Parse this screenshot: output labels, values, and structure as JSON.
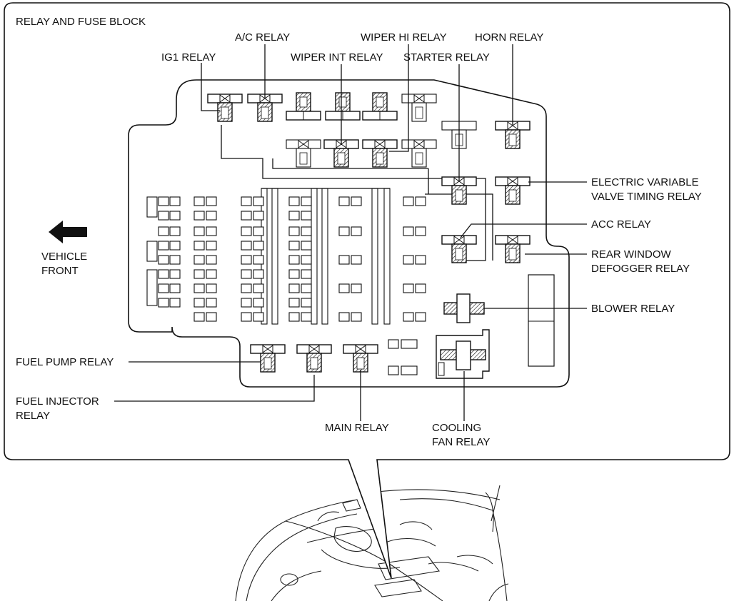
{
  "title": "RELAY AND FUSE BLOCK",
  "direction": {
    "line1": "VEHICLE",
    "line2": "FRONT"
  },
  "labels": {
    "ac_relay": "A/C RELAY",
    "wiper_hi_relay": "WIPER HI RELAY",
    "horn_relay": "HORN RELAY",
    "ig1_relay": "IG1 RELAY",
    "wiper_int_relay": "WIPER INT RELAY",
    "starter_relay": "STARTER RELAY",
    "evvt_relay_1": "ELECTRIC VARIABLE",
    "evvt_relay_2": "VALVE TIMING RELAY",
    "acc_relay": "ACC RELAY",
    "rear_window_1": "REAR WINDOW",
    "rear_window_2": "DEFOGGER RELAY",
    "blower_relay": "BLOWER RELAY",
    "fuel_pump_relay": "FUEL PUMP RELAY",
    "fuel_injector_1": "FUEL INJECTOR",
    "fuel_injector_2": "RELAY",
    "main_relay": "MAIN RELAY",
    "cooling_fan_1": "COOLING",
    "cooling_fan_2": "FAN RELAY"
  }
}
